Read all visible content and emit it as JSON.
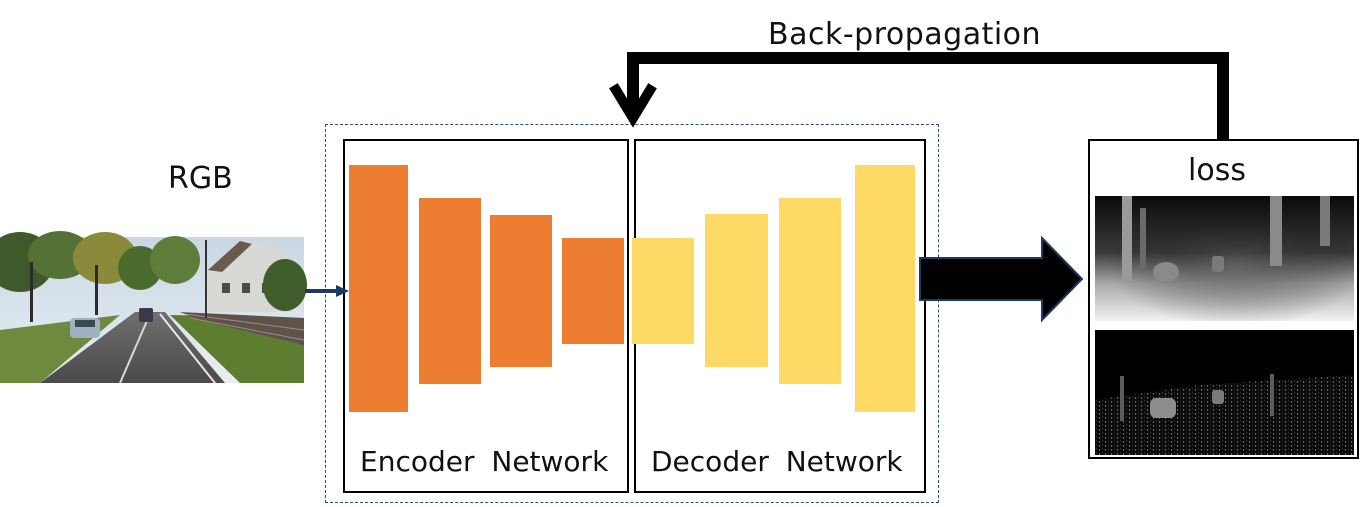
{
  "labels": {
    "rgb": "RGB",
    "backprop": "Back-propagation",
    "loss": "loss",
    "encoder": "Encoder Network",
    "decoder": "Decoder Network"
  },
  "colors": {
    "encoder": "#ed7d31",
    "decoder": "#ffd966",
    "dashed_frame": "#2f4e74",
    "arrow_small": "#1f3a60"
  }
}
